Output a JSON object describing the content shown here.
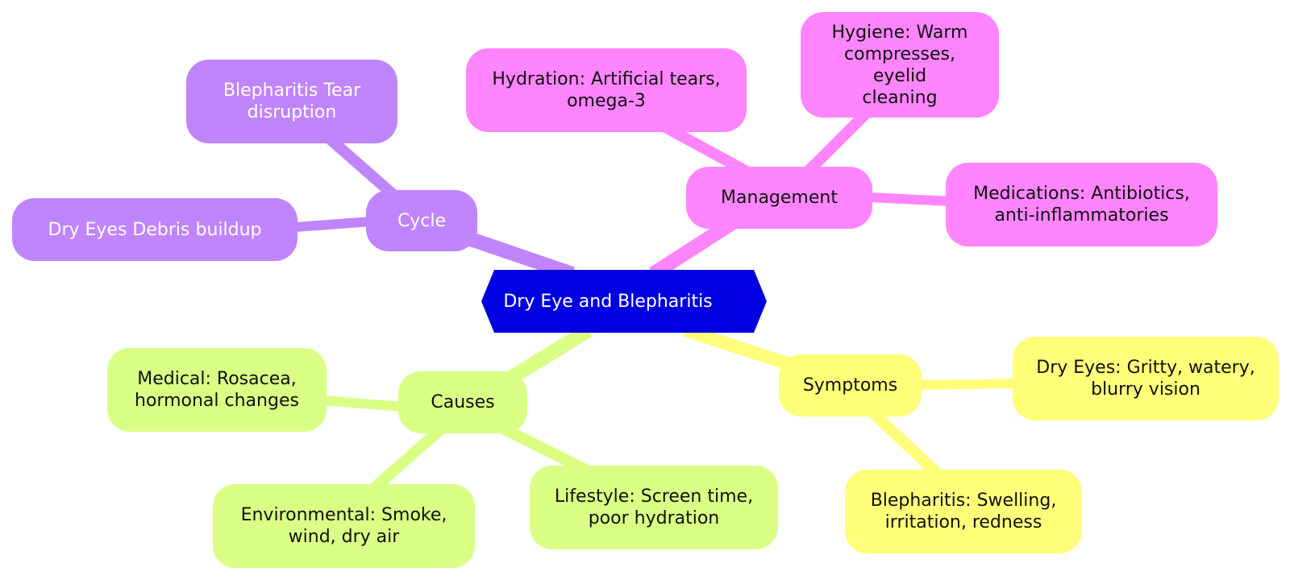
{
  "diagram": {
    "root": {
      "label": "Dry Eye and Blepharitis",
      "color": "#0000e0",
      "text_color": "#ffffff"
    },
    "branches": [
      {
        "id": "cycle",
        "label": "Cycle",
        "color": "#c084fc",
        "text_color": "#ffffff",
        "children": [
          {
            "label": "Blepharitis    Tear\ndisruption"
          },
          {
            "label": "Dry Eyes    Debris buildup"
          }
        ]
      },
      {
        "id": "management",
        "label": "Management",
        "color": "#ff85ff",
        "text_color": "#111111",
        "children": [
          {
            "label": "Hydration: Artificial tears,\nomega-3"
          },
          {
            "label": "Hygiene: Warm\ncompresses, eyelid\ncleaning"
          },
          {
            "label": "Medications: Antibiotics,\nanti-inflammatories"
          }
        ]
      },
      {
        "id": "causes",
        "label": "Causes",
        "color": "#d9ff85",
        "text_color": "#111111",
        "children": [
          {
            "label": "Medical: Rosacea,\nhormonal changes"
          },
          {
            "label": "Environmental: Smoke,\nwind, dry air"
          },
          {
            "label": "Lifestyle: Screen time,\npoor hydration"
          }
        ]
      },
      {
        "id": "symptoms",
        "label": "Symptoms",
        "color": "#ffff7a",
        "text_color": "#111111",
        "children": [
          {
            "label": "Dry Eyes: Gritty, watery,\nblurry vision"
          },
          {
            "label": "Blepharitis: Swelling,\nirritation, redness"
          }
        ]
      }
    ]
  }
}
